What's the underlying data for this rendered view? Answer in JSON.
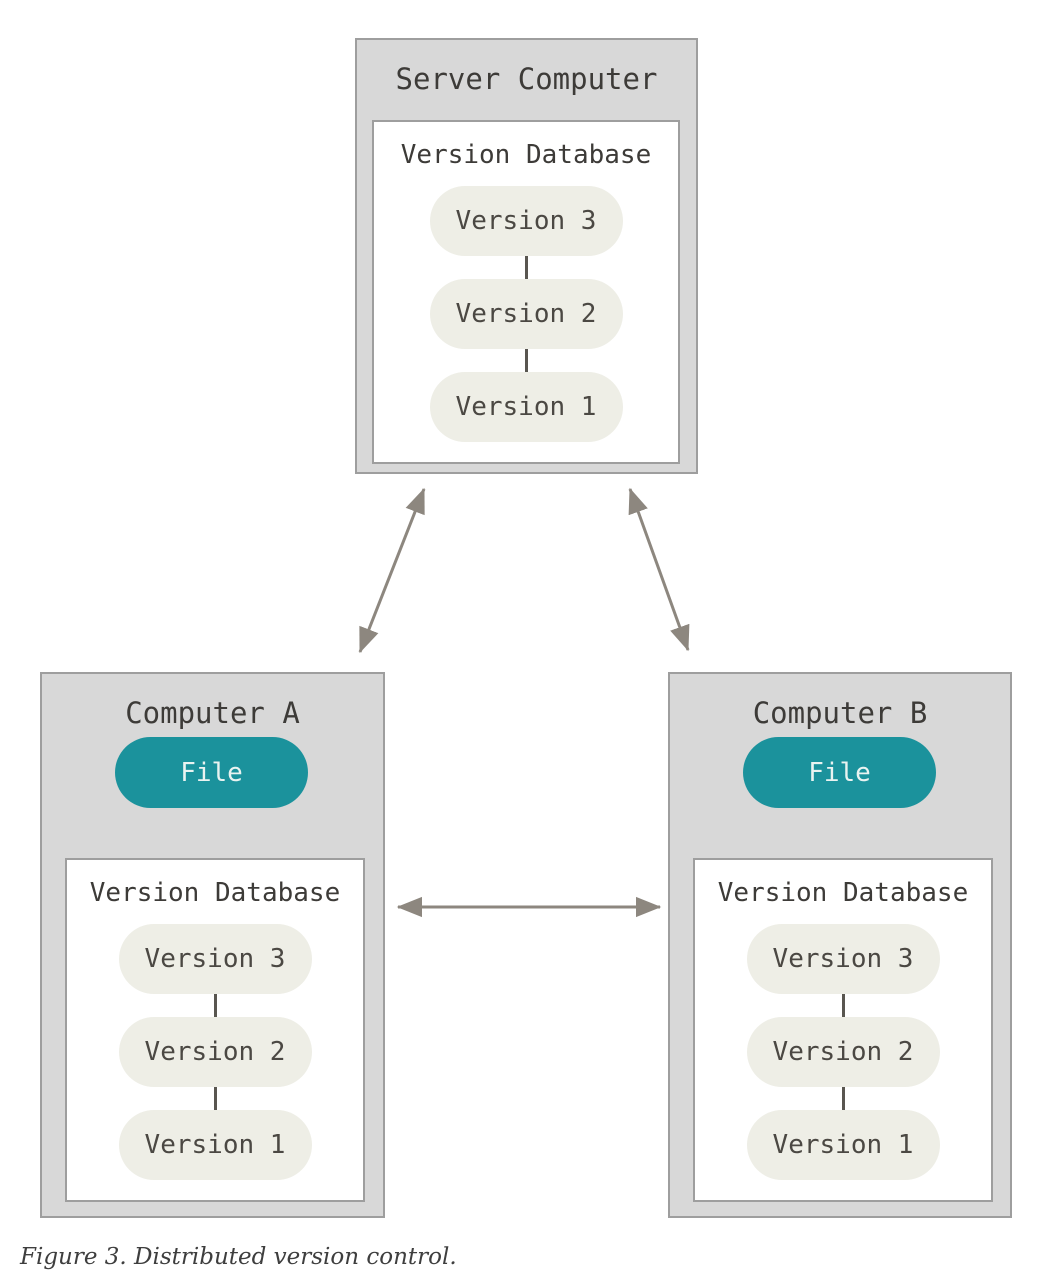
{
  "figure": {
    "caption": "Figure 3. Distributed version control."
  },
  "nodes": {
    "server": {
      "title": "Server Computer",
      "database_label": "Version Database",
      "versions": [
        "Version 3",
        "Version 2",
        "Version 1"
      ]
    },
    "computer_a": {
      "title": "Computer A",
      "file_label": "File",
      "database_label": "Version Database",
      "versions": [
        "Version 3",
        "Version 2",
        "Version 1"
      ]
    },
    "computer_b": {
      "title": "Computer B",
      "file_label": "File",
      "database_label": "Version Database",
      "versions": [
        "Version 3",
        "Version 2",
        "Version 1"
      ]
    }
  },
  "colors": {
    "machine_box_fill": "#d8d8d8",
    "box_border": "#9e9e9e",
    "database_box_fill": "#ffffff",
    "version_pill_fill": "#eeeee6",
    "version_pill_text": "#4b4843",
    "file_pill_fill": "#1b929c",
    "file_pill_text": "#e9f3f1",
    "arrow": "#8d877f",
    "title_text": "#3d3b38",
    "caption_text": "#3e3e3e"
  }
}
